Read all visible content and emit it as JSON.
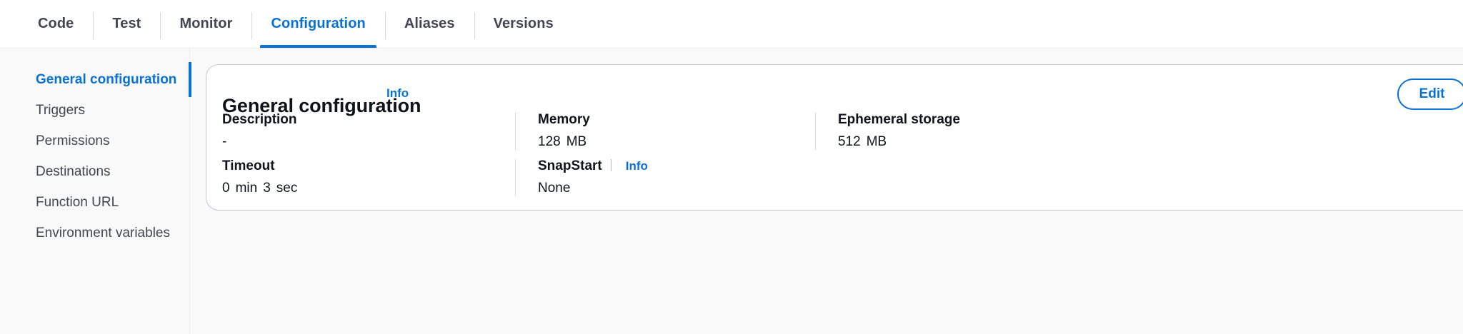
{
  "tabs": [
    {
      "label": "Code",
      "active": false
    },
    {
      "label": "Test",
      "active": false
    },
    {
      "label": "Monitor",
      "active": false
    },
    {
      "label": "Configuration",
      "active": true
    },
    {
      "label": "Aliases",
      "active": false
    },
    {
      "label": "Versions",
      "active": false
    }
  ],
  "sidebar": {
    "items": [
      {
        "label": "General configuration",
        "active": true
      },
      {
        "label": "Triggers",
        "active": false
      },
      {
        "label": "Permissions",
        "active": false
      },
      {
        "label": "Destinations",
        "active": false
      },
      {
        "label": "Function URL",
        "active": false
      },
      {
        "label": "Environment variables",
        "active": false
      }
    ]
  },
  "card": {
    "title": "General configuration",
    "info_label": "Info",
    "edit_label": "Edit",
    "fields": {
      "description": {
        "label": "Description",
        "value": "-"
      },
      "memory": {
        "label": "Memory",
        "value": "128",
        "unit": "MB"
      },
      "ephemeral": {
        "label": "Ephemeral storage",
        "value": "512",
        "unit": "MB"
      },
      "timeout": {
        "label": "Timeout",
        "value": "0",
        "unit": "min",
        "value2": "3",
        "unit2": "sec"
      },
      "snapstart": {
        "label": "SnapStart",
        "value": "None",
        "info_label": "Info"
      }
    }
  },
  "colors": {
    "accent": "#0972d3",
    "text": "#0f141a",
    "muted": "#424650",
    "divider": "#d5dbdb",
    "page_bg": "#f9f9fa",
    "card_border": "#c6c6cd"
  }
}
